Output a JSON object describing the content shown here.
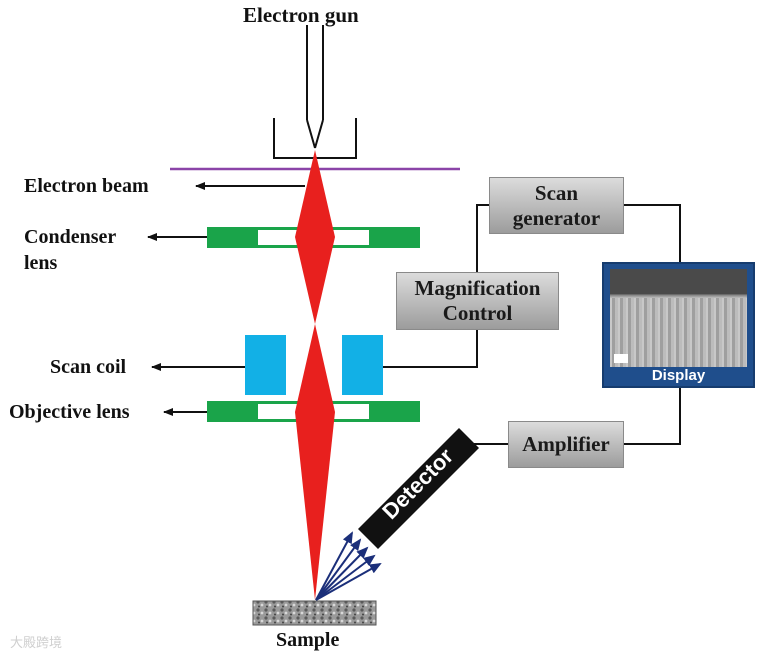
{
  "title": "Electron gun",
  "labels": {
    "electron_beam": "Electron beam",
    "condenser_lens_line1": "Condenser",
    "condenser_lens_line2": "lens",
    "scan_coil": "Scan coil",
    "objective_lens": "Objective lens",
    "sample": "Sample",
    "detector": "Detector"
  },
  "boxes": {
    "scan_generator_line1": "Scan",
    "scan_generator_line2": "generator",
    "magnification_line1": "Magnification",
    "magnification_line2": "Control",
    "amplifier": "Amplifier",
    "display": "Display"
  },
  "watermark": "大殿跨境",
  "colors": {
    "beam": "#e8201e",
    "lens": "#1aa44a",
    "coil": "#12b0e6",
    "aperture": "#8b44a8",
    "display_frame": "#1f4e8c",
    "detector": "#111111",
    "emission_rays": "#1b2f7a"
  }
}
